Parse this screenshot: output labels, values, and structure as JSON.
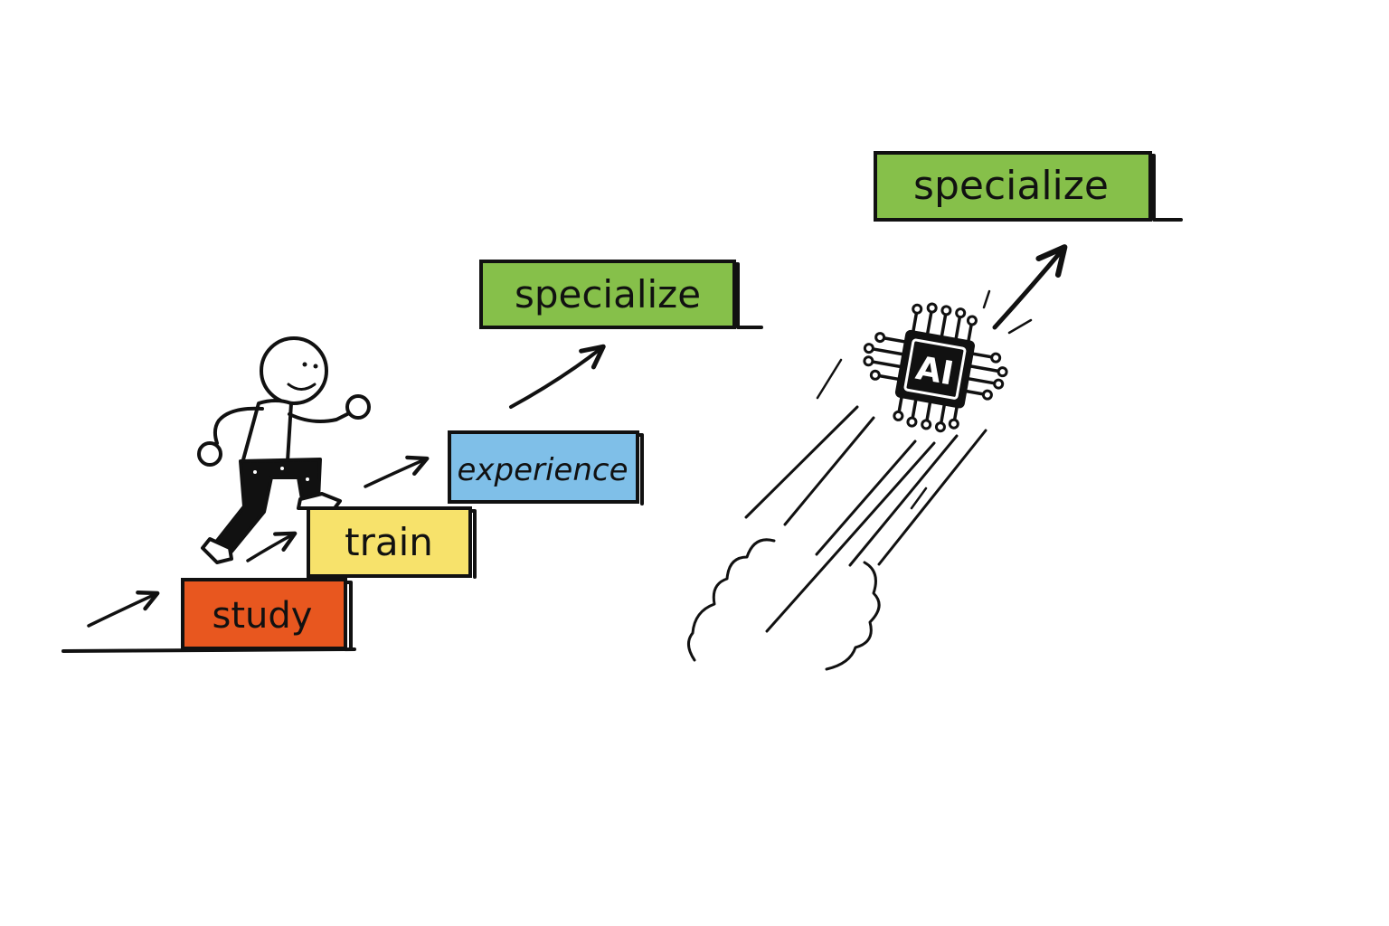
{
  "human_path": {
    "steps": [
      {
        "label": "study",
        "color": "#e8571f"
      },
      {
        "label": "train",
        "color": "#f7e26b"
      },
      {
        "label": "experience",
        "color": "#7fbfe8"
      }
    ],
    "goal": {
      "label": "specialize",
      "color": "#86c04a"
    }
  },
  "ai_path": {
    "chip_label": "AI",
    "goal": {
      "label": "specialize",
      "color": "#86c04a"
    }
  },
  "colors": {
    "ink": "#111111",
    "background": "#ffffff"
  },
  "icons": [
    "stick-figure-icon",
    "ai-chip-icon",
    "arrow-icon",
    "speed-trail-icon"
  ]
}
